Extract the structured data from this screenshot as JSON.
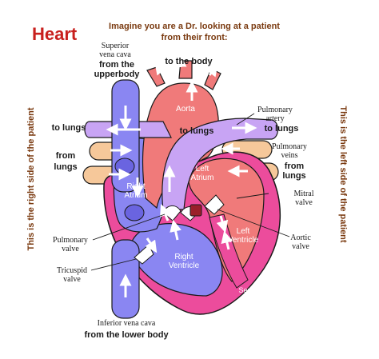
{
  "title": "Heart",
  "instruction_line1": "Imagine you are a Dr.  looking at a patient",
  "instruction_line2": "from their front:",
  "side_left": "This is the right side of the patient",
  "side_right": "This is the left side of the patient",
  "labels": {
    "superior_vena_cava_1": "Superior",
    "superior_vena_cava_2": "vena cava",
    "from_upperbody_1": "from the",
    "from_upperbody_2": "upperbody",
    "to_the_body": "to the body",
    "aorta": "Aorta",
    "pulmonary_artery_1": "Pulmonary",
    "pulmonary_artery_2": "artery",
    "to_lungs_right": "to lungs",
    "to_lungs_left": "to lungs",
    "to_lungs_center": "to lungs",
    "pulmonary_veins_1": "Pulmonary",
    "pulmonary_veins_2": "veins",
    "from_lungs_right_1": "from",
    "from_lungs_right_2": "lungs",
    "from_lungs_left_1": "from",
    "from_lungs_left_2": "lungs",
    "left_atrium_1": "Left",
    "left_atrium_2": "Atrium",
    "right_atrium_1": "Right",
    "right_atrium_2": "Atrium",
    "mitral_valve_1": "Mitral",
    "mitral_valve_2": "valve",
    "left_ventricle_1": "Left",
    "left_ventricle_2": "Ventricle",
    "aortic_valve_1": "Aortic",
    "aortic_valve_2": "valve",
    "pulmonary_valve_1": "Pulmonary",
    "pulmonary_valve_2": "valve",
    "right_ventricle_1": "Right",
    "right_ventricle_2": "Ventricle",
    "tricuspid_valve_1": "Tricuspid",
    "tricuspid_valve_2": "valve",
    "septum": "Septum",
    "inferior_vena_cava": "Inferior vena cava",
    "from_lower_body": "from the lower body"
  },
  "colors": {
    "title": "#c8201e",
    "side_text": "#7a3a10",
    "oxygenated": "#f07a7a",
    "deoxygenated": "#8a86f2",
    "pulmonary": "#c8a4f4",
    "vein_orange": "#f6c89a",
    "wall_pink": "#ec4c9c",
    "outline": "#1a1a1a"
  }
}
